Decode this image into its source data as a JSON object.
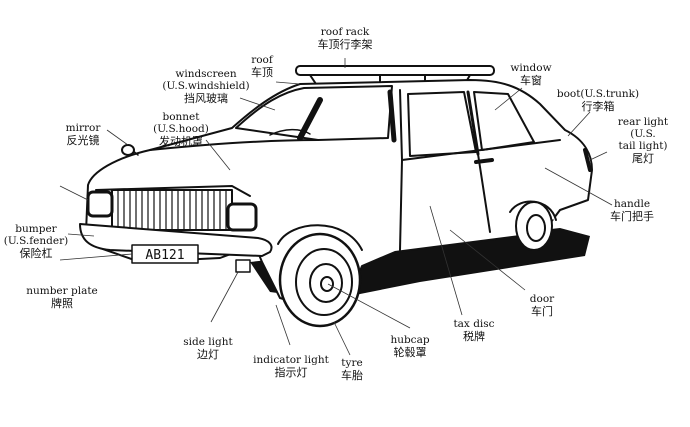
{
  "plate_text": "AB121",
  "labels": {
    "roof_rack": {
      "en": "roof rack",
      "zh": "车顶行李架"
    },
    "roof": {
      "en": "roof",
      "zh": "车顶"
    },
    "windscreen": {
      "en": "windscreen",
      "en2": "(U.S.windshield)",
      "zh": "挡风玻璃"
    },
    "bonnet": {
      "en": "bonnet",
      "en2": "(U.S.hood)",
      "zh": "发动机罩"
    },
    "mirror": {
      "en": "mirror",
      "zh": "反光镜"
    },
    "window": {
      "en": "window",
      "zh": "车窗"
    },
    "boot": {
      "en": "boot(U.S.trunk)",
      "zh": "行李箱"
    },
    "rear_light": {
      "en": "rear light",
      "en2": "(U.S.",
      "en3": "tail light)",
      "zh": "尾灯"
    },
    "handle": {
      "en": "handle",
      "zh": "车门把手"
    },
    "bumper": {
      "en": "bumper",
      "en2": "(U.S.fender)",
      "zh": "保险杠"
    },
    "number_plate": {
      "en": "number plate",
      "zh": "牌照"
    },
    "side_light": {
      "en": "side light",
      "zh": "边灯"
    },
    "indicator_light": {
      "en": "indicator light",
      "zh": "指示灯"
    },
    "tyre": {
      "en": "tyre",
      "zh": "车胎"
    },
    "hubcap": {
      "en": "hubcap",
      "zh": "轮毂罩"
    },
    "tax_disc": {
      "en": "tax disc",
      "zh": "税牌"
    },
    "door": {
      "en": "door",
      "zh": "车门"
    }
  }
}
